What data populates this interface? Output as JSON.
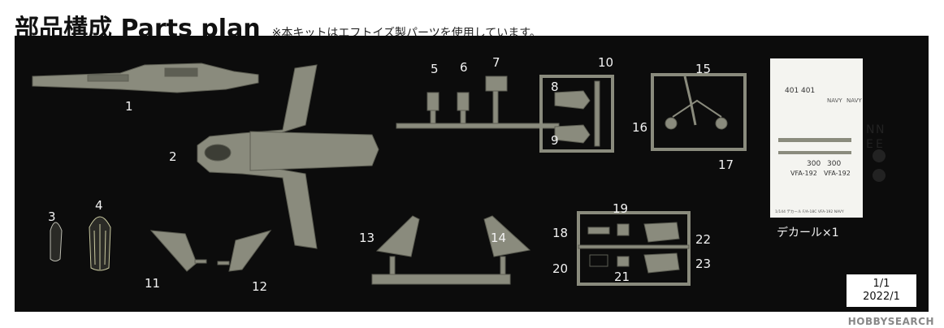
{
  "header": {
    "title": "部品構成 Parts plan",
    "note": "※本キットはエフトイズ製パーツを使用しています。"
  },
  "parts": {
    "p1": "1",
    "p2": "2",
    "p3": "3",
    "p4": "4",
    "p5": "5",
    "p6": "6",
    "p7": "7",
    "p8": "8",
    "p9": "9",
    "p10": "10",
    "p11": "11",
    "p12": "12",
    "p13": "13",
    "p14": "14",
    "p15": "15",
    "p16": "16",
    "p17": "17",
    "p18": "18",
    "p19": "19",
    "p20": "20",
    "p21": "21",
    "p22": "22",
    "p23": "23"
  },
  "decal": {
    "caption": "デカール×1",
    "lines": [
      "300",
      "300",
      "VFA-192",
      "VFA-192",
      "NAVY",
      "NAVY",
      "401",
      "401"
    ],
    "letters": [
      "N",
      "N",
      "E",
      "E"
    ],
    "footer": "1/144 デカール F/A-18C VFA-192 NAVY"
  },
  "sheet_info": {
    "count": "1/1",
    "date": "2022/1"
  },
  "watermark": "HOBBYSEARCH",
  "colors": {
    "background": "#0c0c0c",
    "part_grey": "#8a8b7d",
    "part_dark": "#5d5e53",
    "label": "#f2f2f2"
  }
}
